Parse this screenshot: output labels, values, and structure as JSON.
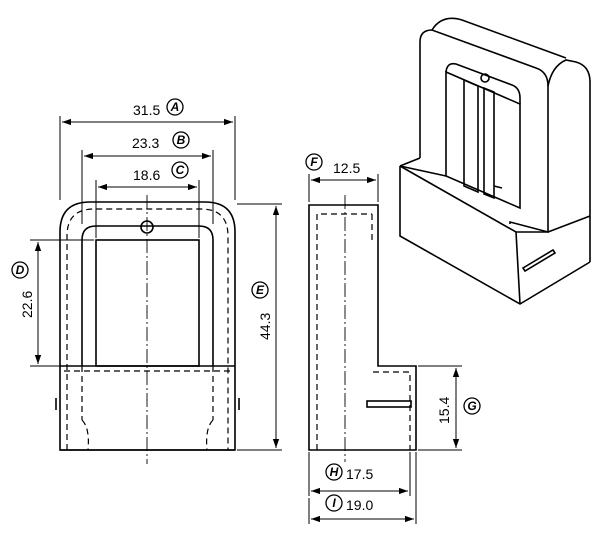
{
  "dimensions": {
    "A": {
      "letter": "A",
      "value": "31.5"
    },
    "B": {
      "letter": "B",
      "value": "23.3"
    },
    "C": {
      "letter": "C",
      "value": "18.6"
    },
    "D": {
      "letter": "D",
      "value": "22.6"
    },
    "E": {
      "letter": "E",
      "value": "44.3"
    },
    "F": {
      "letter": "F",
      "value": "12.5"
    },
    "G": {
      "letter": "G",
      "value": "15.4"
    },
    "H": {
      "letter": "H",
      "value": "17.5"
    },
    "I": {
      "letter": "I",
      "value": "19.0"
    }
  }
}
